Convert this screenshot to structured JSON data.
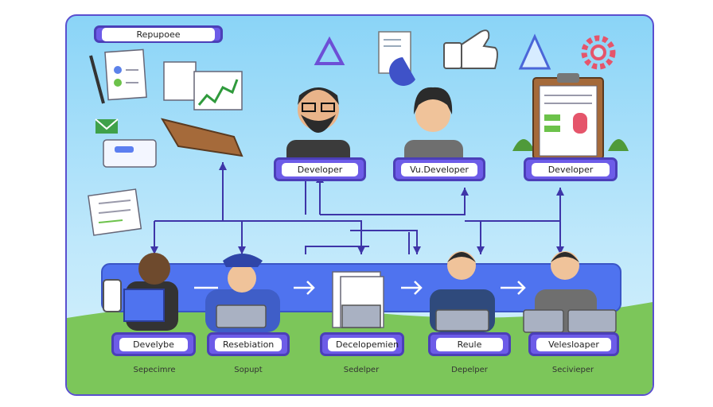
{
  "title_label": "Repupoee",
  "top_roles": [
    "Developer",
    "Vu.Developer",
    "Developer"
  ],
  "bottom_roles": [
    "Develybe",
    "Resebiation",
    "Decelopemien",
    "Reule",
    "Velesloaper"
  ],
  "bottom_captions": [
    "Sepecimre",
    "Sopupt",
    "Sedelper",
    "Depelper",
    "Secivieper"
  ],
  "colors": {
    "accent": "#6d5ce8",
    "line": "#4b3fb8",
    "band": "#5b7ef0",
    "grass": "#7cc65a"
  }
}
